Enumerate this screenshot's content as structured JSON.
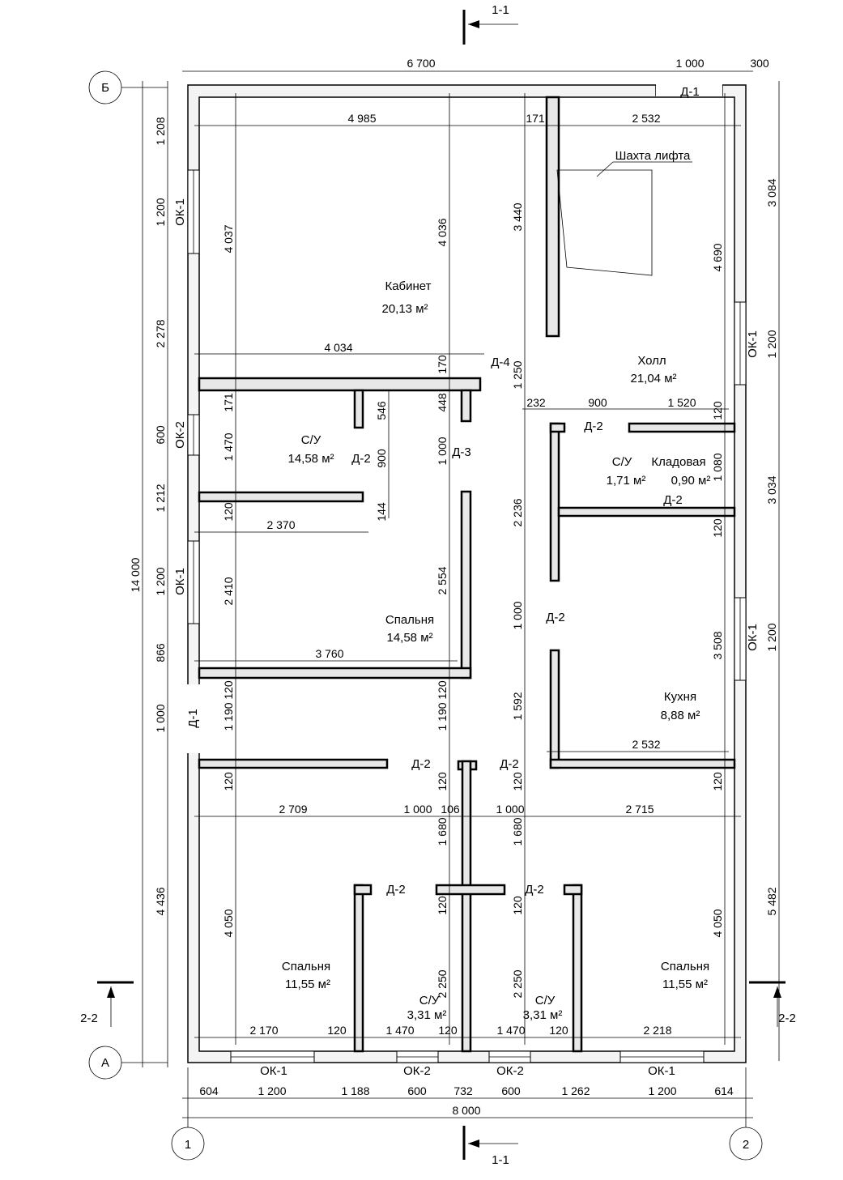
{
  "sections": {
    "top": "1-1",
    "bottom": "1-1",
    "left": "2-2",
    "right": "2-2"
  },
  "axes": {
    "top_row": "Б",
    "bottom_row": "А",
    "left_col": "1",
    "right_col": "2"
  },
  "rooms": [
    {
      "name": "Кабинет",
      "area": "20,13 м²"
    },
    {
      "name": "С/У",
      "area": "14,58 м²"
    },
    {
      "name": "Спальня",
      "area": "14,58 м²"
    },
    {
      "name": "Холл",
      "area": "21,04 м²"
    },
    {
      "name": "С/У",
      "area": "1,71 м²"
    },
    {
      "name": "Кладовая",
      "area": "0,90 м²"
    },
    {
      "name": "Кухня",
      "area": "8,88 м²"
    },
    {
      "name": "Спальня",
      "area": "11,55 м²"
    },
    {
      "name": "Спальня",
      "area": "11,55 м²"
    },
    {
      "name": "С/У",
      "area": "3,31 м²"
    },
    {
      "name": "С/У",
      "area": "3,31 м²"
    }
  ],
  "note": "Шахта лифта",
  "openings": [
    "ОК-1",
    "ОК-2",
    "ОК-1",
    "Д-1",
    "ОК-1",
    "ОК-1",
    "Д-1",
    "Д-4",
    "Д-2",
    "Д-2",
    "Д-3",
    "Д-2",
    "Д-2",
    "Д-2",
    "Д-2",
    "Д-2",
    "Д-2",
    "ОК-1",
    "ОК-2",
    "ОК-2",
    "ОК-1"
  ],
  "dimensions": {
    "top": [
      "6 700",
      "1 000",
      "300",
      "4 985",
      "171",
      "2 532",
      "4 034",
      "232",
      "900",
      "1 520",
      "2 370",
      "3 760",
      "2 532",
      "2 709",
      "1 000",
      "106",
      "1 000",
      "2 715",
      "2 170",
      "120",
      "1 470",
      "120",
      "1 470",
      "120",
      "2 218"
    ],
    "bottom": [
      "604",
      "1 200",
      "1 188",
      "600",
      "732",
      "600",
      "1 262",
      "1 200",
      "614",
      "8 000"
    ],
    "left": [
      "1 208",
      "1 200",
      "2 278",
      "600",
      "1 212",
      "1 200",
      "866",
      "1 000",
      "4 436",
      "14 000"
    ],
    "col_a": [
      "4 037",
      "171",
      "1 470",
      "120",
      "2 410",
      "120",
      "1 190",
      "120",
      "4 050"
    ],
    "col_b": [
      "4 036",
      "170",
      "448",
      "1 000",
      "2 554",
      "120",
      "1 190",
      "120",
      "1 680",
      "120",
      "2 250"
    ],
    "col_c": [
      "546",
      "900",
      "144"
    ],
    "col_d": [
      "3 440",
      "1 250",
      "2 236",
      "1 000",
      "1 592",
      "120",
      "1 680",
      "120",
      "2 250"
    ],
    "col_e": [
      "4 690",
      "120",
      "1 080",
      "120",
      "3 508",
      "120",
      "4 050"
    ],
    "right": [
      "3 084",
      "1 200",
      "3 034",
      "1 200",
      "5 482"
    ]
  }
}
